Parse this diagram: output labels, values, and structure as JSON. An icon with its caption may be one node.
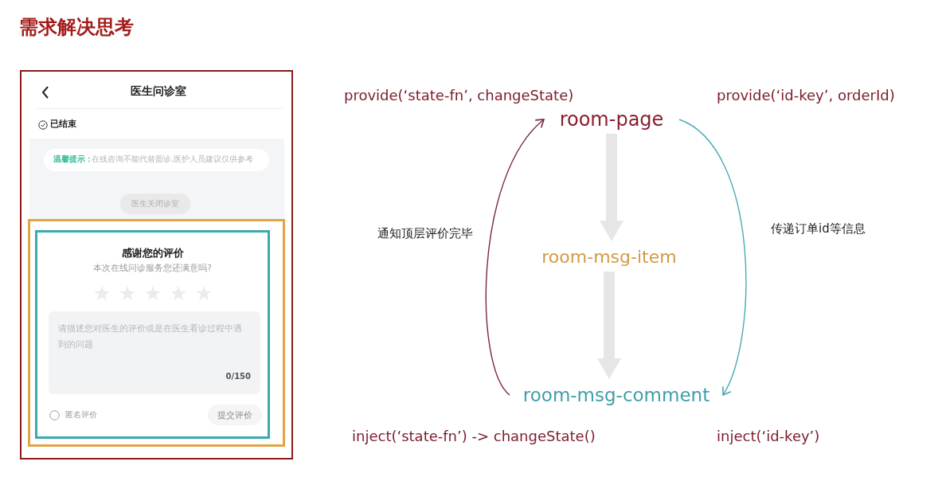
{
  "diagram": {
    "title": "需求解决思考",
    "nodes": [
      {
        "text": [
          "医生问诊室",
          "已结束",
          "温馨提示：",
          "在线咨询不能代替面诊,医护人员建议仅供参考",
          "医生关闭诊室"
        ]
      },
      {
        "text": [],
        "shape": "box",
        "in": 0
      },
      {
        "text": [
          "感谢您的评价",
          "本次在线问诊服务您还满意吗?",
          "请描述您对医生的评价或是在医生看诊过程中遇到的问题",
          "0/150",
          "匿名评价",
          "提交评价"
        ],
        "in": 1
      },
      {
        "text": [
          "room-page"
        ]
      },
      {
        "text": [
          "room-msg-item"
        ]
      },
      {
        "text": [
          "room-msg-comment"
        ]
      }
    ],
    "edges": [
      {
        "from": 3,
        "to": 4,
        "arrow": "to",
        "style": "thick",
        "color": "#e6e6e6"
      },
      {
        "from": 4,
        "to": 5,
        "arrow": "to",
        "style": "thick",
        "color": "#e6e6e6"
      },
      {
        "from": 5,
        "to": 3,
        "arrow": "to",
        "label": "通知顶层评价完毕",
        "color": "#7a2a3a"
      },
      {
        "from": 3,
        "to": 5,
        "arrow": "to",
        "label": "传递订单id等信息",
        "color": "#4aaab4"
      }
    ],
    "labels": [
      "provide(‘state-fn’, changeState)",
      "provide(‘id-key’, orderId)",
      "inject(‘state-fn’) -> changeState()",
      "inject(‘id-key’)"
    ]
  }
}
